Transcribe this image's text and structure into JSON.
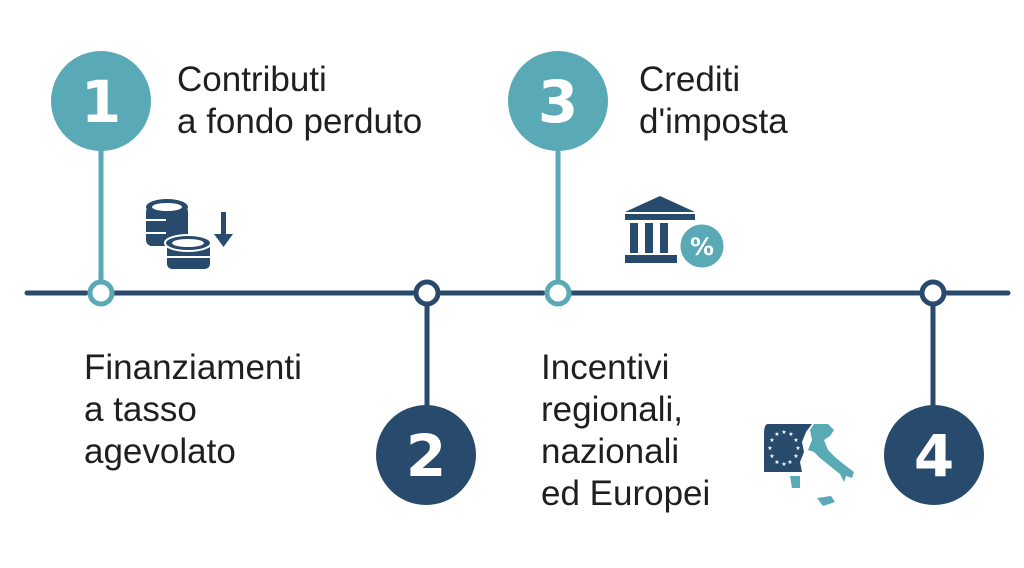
{
  "colors": {
    "teal": "#5aa9b6",
    "navy": "#284a6c"
  },
  "steps": [
    {
      "number": "1",
      "lines": [
        "Contributi",
        "a fondo perduto"
      ],
      "icon": "coins-down-icon"
    },
    {
      "number": "2",
      "lines": [
        "Finanziamenti",
        "a tasso",
        "agevolato"
      ]
    },
    {
      "number": "3",
      "lines": [
        "Crediti",
        "d'imposta"
      ],
      "icon": "bank-percent-icon"
    },
    {
      "number": "4",
      "lines": [
        "Incentivi",
        "regionali,",
        "nazionali",
        "ed Europei"
      ],
      "icon": "eu-italy-map-icon"
    }
  ]
}
